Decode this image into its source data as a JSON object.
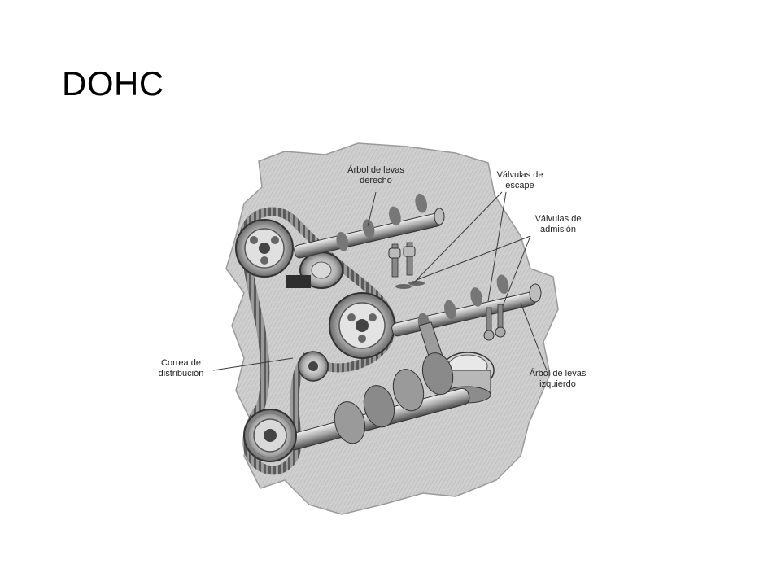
{
  "slide": {
    "title": "DOHC"
  },
  "diagram": {
    "labels": {
      "camshaft_right_line1": "Árbol de levas",
      "camshaft_right_line2": "derecho",
      "exhaust_valves_line1": "Válvulas de",
      "exhaust_valves_line2": "escape",
      "intake_valves_line1": "Válvulas de",
      "intake_valves_line2": "admisión",
      "timing_belt_line1": "Correa de",
      "timing_belt_line2": "distribución",
      "camshaft_left_line1": "Árbol de levas",
      "camshaft_left_line2": "izquierdo"
    },
    "colors": {
      "block_fill": "#d6d6d6",
      "part_fill": "#bdbdbd",
      "dark_part": "#4a4a4a",
      "line": "#3a3a3a"
    }
  }
}
